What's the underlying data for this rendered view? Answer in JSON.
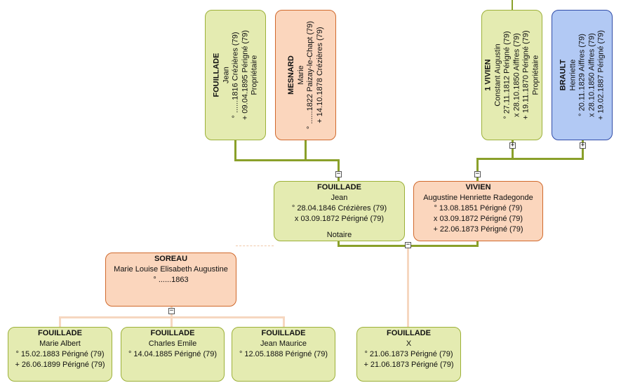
{
  "ancestors": [
    {
      "surname": "FOUILLADE",
      "first": "Jean",
      "birth": "° ......1816 Crézières (79)",
      "marriage": "",
      "death": "+ 09.04.1895 Périgné (79)",
      "occupation": "Propriétaire"
    },
    {
      "surname": "MESNARD",
      "first": "Marie",
      "birth": "° ......1822 Paizay-le-Chapt (79)",
      "marriage": "",
      "death": "+ 14.10.1878 Crézières (79)",
      "occupation": ""
    },
    {
      "surname": "1 VIVIEN",
      "first": "Constant Augustin",
      "birth": "° 27.11.1812 Périgné (79)",
      "marriage": "x 28.10.1850 Aiffres (79)",
      "death": "+ 19.11.1870 Périgné (79)",
      "occupation": "Propriétaire"
    },
    {
      "surname": "BRAULT",
      "first": "Henriette",
      "birth": "° 20.11.1829 Aiffres (79)",
      "marriage": "x 28.10.1850 Aiffres (79)",
      "death": "+ 19.02.1887 Périgné (79)",
      "occupation": ""
    }
  ],
  "parents": [
    {
      "surname": "FOUILLADE",
      "first": "Jean",
      "birth": "° 28.04.1846 Crézières (79)",
      "marriage": "x 03.09.1872 Périgné (79)",
      "death": "",
      "occupation": "Notaire"
    },
    {
      "surname": "VIVIEN",
      "first": "Augustine Henriette Radegonde",
      "birth": "° 13.08.1851 Périgné (79)",
      "marriage": "x 03.09.1872 Périgné (79)",
      "death": "+ 22.06.1873 Périgné (79)",
      "occupation": ""
    }
  ],
  "spouse2": {
    "surname": "SOREAU",
    "first": "Marie Louise Elisabeth Augustine",
    "birth": "° ......1863"
  },
  "children": [
    {
      "surname": "FOUILLADE",
      "first": "Marie Albert",
      "birth": "° 15.02.1883 Périgné (79)",
      "death": "+ 26.06.1899 Périgné (79)"
    },
    {
      "surname": "FOUILLADE",
      "first": "Charles Emile",
      "birth": "° 14.04.1885 Périgné (79)",
      "death": ""
    },
    {
      "surname": "FOUILLADE",
      "first": "Jean Maurice",
      "birth": "° 12.05.1888 Périgné (79)",
      "death": ""
    },
    {
      "surname": "FOUILLADE",
      "first": "X",
      "birth": "° 21.06.1873 Périgné (79)",
      "death": "+ 21.06.1873 Périgné (79)"
    }
  ],
  "toggles": {
    "collapse": "−",
    "expand": "+"
  },
  "colors": {
    "male": "#e4ebb1",
    "female": "#fbd6bd",
    "selected": "#b2c9f4",
    "link": "#8aa02a",
    "second_union_link": "#f6d7c0"
  }
}
